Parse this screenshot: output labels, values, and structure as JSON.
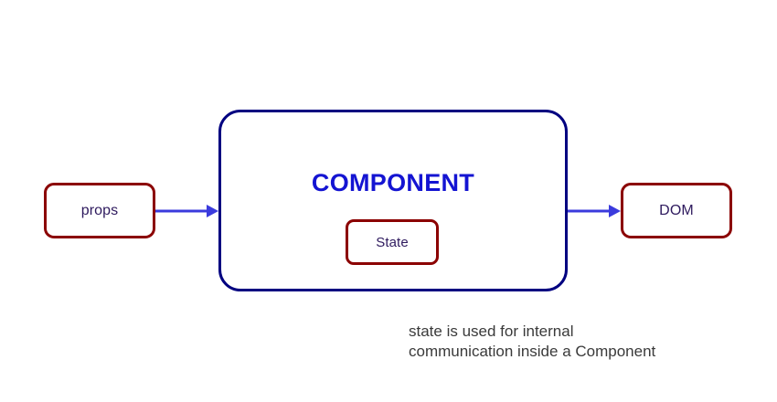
{
  "diagram": {
    "background_color": "#ffffff",
    "nodes": {
      "props": {
        "label": "props",
        "border_color": "#8b0000",
        "text_color": "#2e1a5e"
      },
      "component": {
        "title": "COMPONENT",
        "border_color": "#000080",
        "title_color": "#1414d2"
      },
      "state": {
        "label": "State",
        "border_color": "#8b0000",
        "text_color": "#2e1a5e"
      },
      "dom": {
        "label": "DOM",
        "border_color": "#8b0000",
        "text_color": "#2e1a5e"
      }
    },
    "arrows": [
      {
        "name": "props-to-component",
        "from": "props",
        "to": "component",
        "color": "#3b3bdd",
        "direction": "right"
      },
      {
        "name": "component-to-dom",
        "from": "component",
        "to": "dom",
        "color": "#3b3bdd",
        "direction": "right"
      }
    ],
    "caption": {
      "text": "state is used for internal\ncommunication inside a Component",
      "line1": "state is used for internal",
      "line2": "communication inside a Component",
      "color": "#3a3a3a"
    }
  }
}
